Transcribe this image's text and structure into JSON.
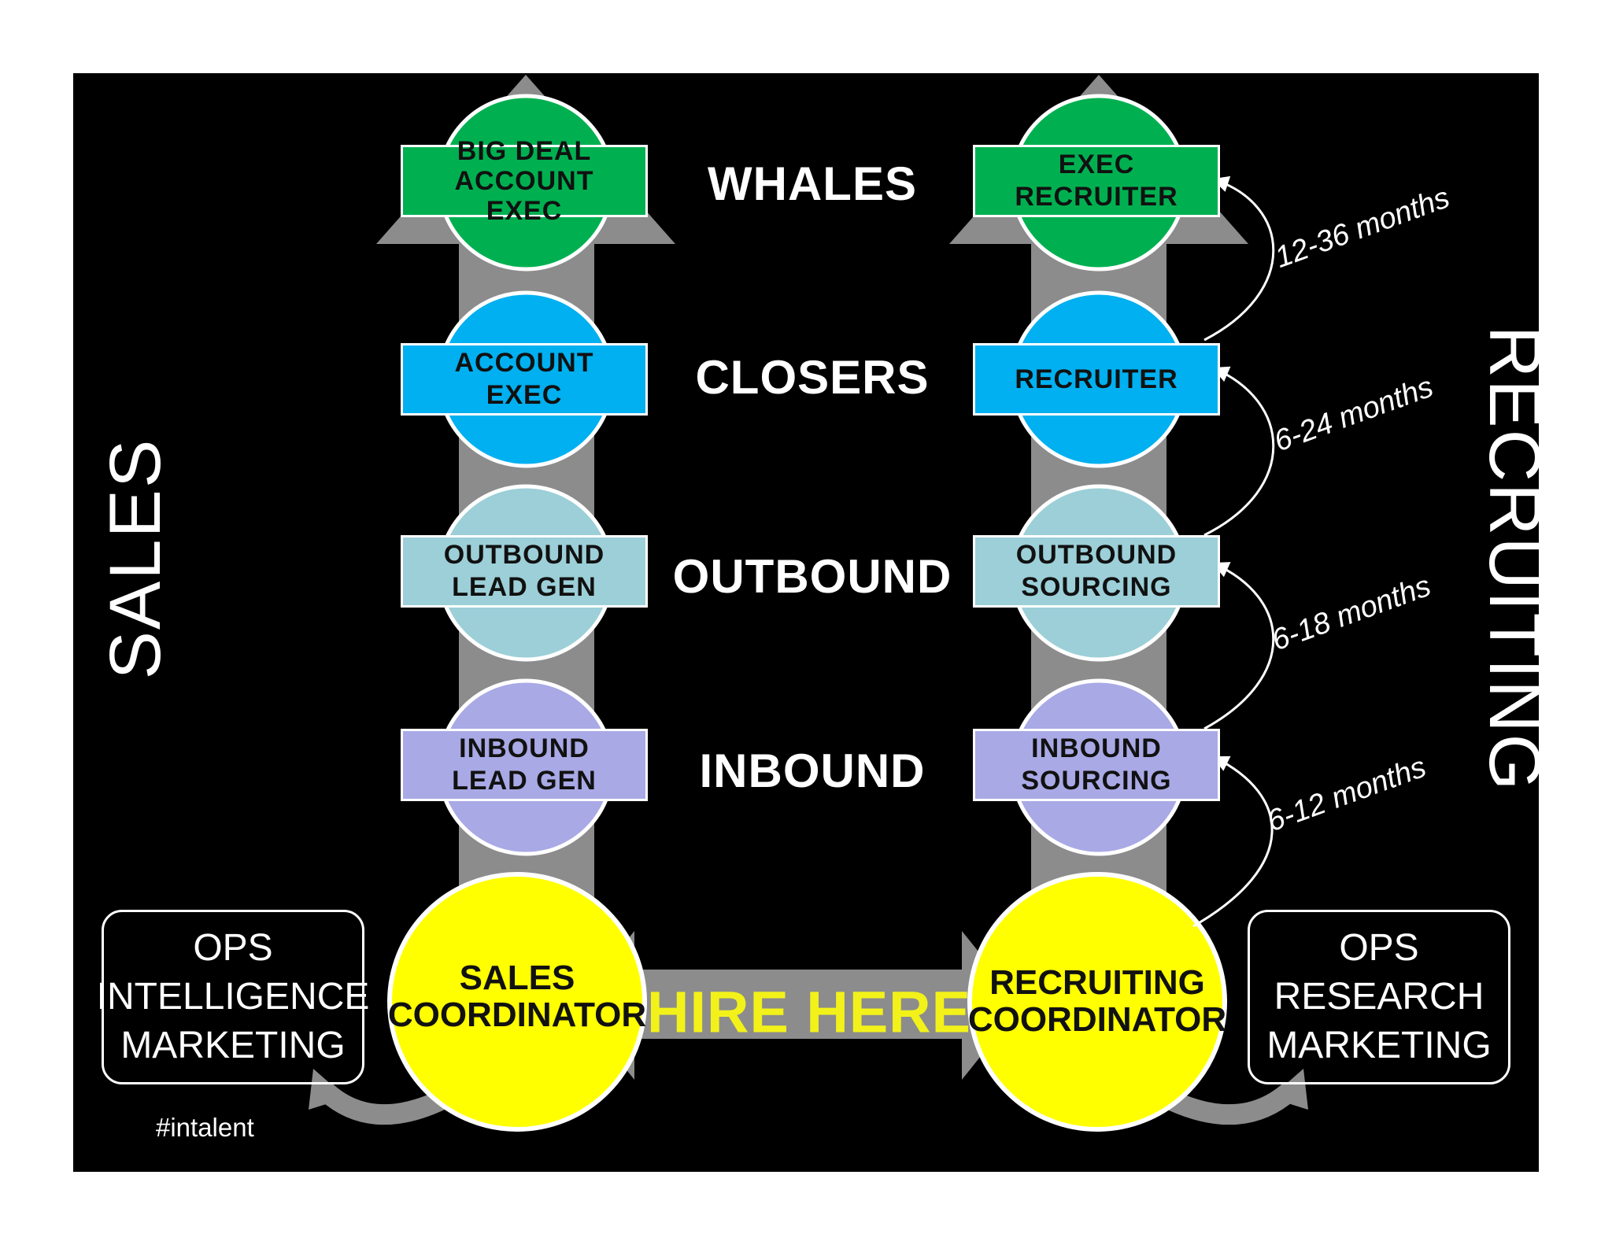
{
  "colors": {
    "whales": "#00b050",
    "closers": "#00b0f0",
    "outbound": "#9ccfd8",
    "inbound": "#a9a9e6",
    "coordinator": "#ffff00",
    "hire": "#f2f21a",
    "track": "#8c8c8c"
  },
  "sides": {
    "left": "SALES",
    "right": "RECRUITING"
  },
  "levels": {
    "whales": "WHALES",
    "closers": "CLOSERS",
    "outbound": "OUTBOUND",
    "inbound": "INBOUND"
  },
  "sales": {
    "whales": {
      "line1": "BIG DEAL",
      "line2": "ACCOUNT",
      "line3": "EXEC"
    },
    "closers": {
      "line1": "ACCOUNT",
      "line2": "EXEC"
    },
    "outbound": {
      "line1": "OUTBOUND",
      "line2": "LEAD GEN"
    },
    "inbound": {
      "line1": "INBOUND",
      "line2": "LEAD GEN"
    },
    "coordinator": "SALES\nCOORDINATOR"
  },
  "recruiting": {
    "whales": {
      "line1": "EXEC",
      "line2": "RECRUITER"
    },
    "closers": {
      "line1": "RECRUITER"
    },
    "outbound": {
      "line1": "OUTBOUND",
      "line2": "SOURCING"
    },
    "inbound": {
      "line1": "INBOUND",
      "line2": "SOURCING"
    },
    "coordinator": "RECRUITING\nCOORDINATOR"
  },
  "hire_here": "HIRE HERE",
  "ops_left": {
    "line1": "OPS",
    "line2": "INTELLIGENCE",
    "line3": "MARKETING"
  },
  "ops_right": {
    "line1": "OPS",
    "line2": "RESEARCH",
    "line3": "MARKETING"
  },
  "durations": [
    "12-36 months",
    "6-24 months",
    "6-18 months",
    "6-12 months"
  ],
  "hashtag": "#intalent"
}
